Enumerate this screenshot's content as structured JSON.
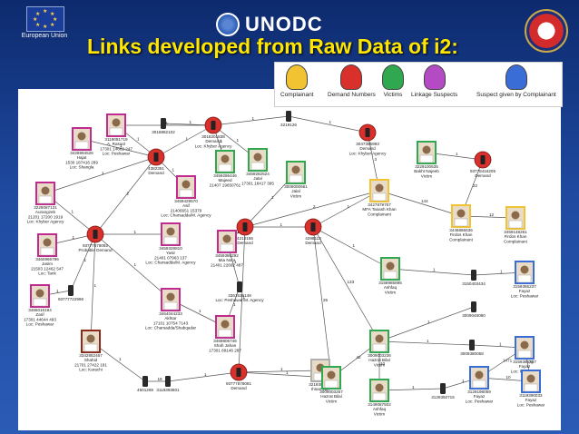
{
  "header": {
    "eu_label": "European Union",
    "unodc_label": "UNODC",
    "title": "Links developed from Raw Data of i2:"
  },
  "legend": [
    {
      "label": "Complainant",
      "color": "#f1c232",
      "icon": "person-yellow-icon"
    },
    {
      "label": "Demand Numbers",
      "color": "#d9302c",
      "icon": "person-red-icon"
    },
    {
      "label": "Victims",
      "color": "#2fa84f",
      "icon": "person-green-icon"
    },
    {
      "label": "Linkage Suspects",
      "color": "#b54bc4",
      "icon": "person-purple-icon"
    },
    {
      "label": "Suspect given by Complainant",
      "color": "#3b6dd6",
      "icon": "person-blue-icon"
    }
  ],
  "nodes": [
    {
      "id": "n1",
      "kind": "photo",
      "frame": "#c12b8f",
      "lines": [
        "3428994526",
        "Hajat",
        "1530 187416 289",
        "Loc: Shangla"
      ]
    },
    {
      "id": "n2",
      "kind": "photo",
      "frame": "#c12b8f",
      "lines": [
        "3119081719",
        "A. Rasool",
        "17301 14682 247",
        "Loc: Peshawar"
      ]
    },
    {
      "id": "n3",
      "kind": "phone",
      "lines": [
        "3018882102"
      ]
    },
    {
      "id": "n4",
      "kind": "demand",
      "lines": [
        "3018201838",
        "Demand",
        "Loc: Khyber Agency"
      ]
    },
    {
      "id": "n5",
      "kind": "phone",
      "lines": [
        "3219126"
      ]
    },
    {
      "id": "n6",
      "kind": "demand",
      "lines": [
        "3047395993",
        "Demand",
        "Loc: Khyber Agency"
      ]
    },
    {
      "id": "n7",
      "kind": "photo",
      "frame": "#2fa84f",
      "lines": [
        "3229100635",
        "Bakht Najeeb",
        "Victim"
      ]
    },
    {
      "id": "n8",
      "kind": "demand",
      "lines": [
        "93778416205",
        "Demand"
      ]
    },
    {
      "id": "n9",
      "kind": "demand",
      "lines": [
        "4382351",
        "Demand"
      ]
    },
    {
      "id": "n10",
      "kind": "photo",
      "frame": "#2fa84f",
      "lines": [
        "3459286446",
        "Majeed",
        "21407 19650761"
      ]
    },
    {
      "id": "n11",
      "kind": "photo",
      "frame": "#2fa84f",
      "lines": [
        "3459282524",
        "Jalal",
        "17301 18417 395"
      ]
    },
    {
      "id": "n12",
      "kind": "photo",
      "frame": "#2fa84f",
      "lines": [
        "3009000661",
        "Jalal",
        "Victim"
      ]
    },
    {
      "id": "n13",
      "kind": "photo",
      "frame": "#f1c232",
      "lines": [
        "3427879767",
        "MFA Tanash Khan",
        "Complainant"
      ]
    },
    {
      "id": "n14",
      "kind": "photo",
      "frame": "#c12b8f",
      "lines": [
        "3229087131",
        "Aurangzeb",
        "21201 17200 1919",
        "Loc: Khyber Agency"
      ]
    },
    {
      "id": "n15",
      "kind": "photo",
      "frame": "#c12b8f",
      "lines": [
        "3459429570",
        "Asif",
        "21406651 15379",
        "Loc: Charsadda/M. Agency"
      ]
    },
    {
      "id": "n16",
      "kind": "demand",
      "lines": [
        "4212156",
        "Demand"
      ]
    },
    {
      "id": "n17",
      "kind": "photo",
      "frame": "#f1c232",
      "lines": [
        "3446886636",
        "Firdos Khan",
        "Complainant"
      ]
    },
    {
      "id": "n18",
      "kind": "photo",
      "frame": "#f1c232",
      "lines": [
        "3459148261",
        "Firdos Khan",
        "Complainant"
      ]
    },
    {
      "id": "n19",
      "kind": "photo",
      "frame": "#c12b8f",
      "lines": [
        "3460966796",
        "Jasim",
        "21503 12462 547",
        "Loc: Tank"
      ]
    },
    {
      "id": "n20",
      "kind": "demand",
      "lines": [
        "93777878092",
        "Probable Demand"
      ]
    },
    {
      "id": "n21",
      "kind": "photo",
      "frame": "#c12b8f",
      "lines": [
        "3459328810",
        "Yasir",
        "21401 07963 137",
        "Loc: Charsadda/M. Agency"
      ]
    },
    {
      "id": "n22",
      "kind": "photo",
      "frame": "#c12b8f",
      "lines": [
        "3459386292",
        "Mia Noor",
        "21401 22692 487"
      ]
    },
    {
      "id": "n23",
      "kind": "demand",
      "lines": [
        "4298113",
        "Demand"
      ]
    },
    {
      "id": "n24",
      "kind": "photo",
      "frame": "#2fa84f",
      "lines": [
        "3158985895",
        "Ashfaq",
        "Victim"
      ]
    },
    {
      "id": "n25",
      "kind": "phone",
      "lines": [
        "3150403434"
      ]
    },
    {
      "id": "n26",
      "kind": "photo",
      "frame": "#3b6dd6",
      "lines": [
        "3159365237",
        "Fayaz",
        "Loc: Peshawar"
      ]
    },
    {
      "id": "n27",
      "kind": "phone",
      "lines": [
        "93777722996"
      ]
    },
    {
      "id": "n28",
      "kind": "phone",
      "lines": [
        "3361539148",
        "Loc: Peshawar/M. Agency"
      ]
    },
    {
      "id": "n29",
      "kind": "phone",
      "lines": [
        "3009048080"
      ]
    },
    {
      "id": "n30",
      "kind": "photo",
      "frame": "#c12b8f",
      "lines": [
        "3465016194",
        "Zarif",
        "17301 44644 493",
        "Loc: Peshawar"
      ]
    },
    {
      "id": "n31",
      "kind": "photo",
      "frame": "#c12b8f",
      "lines": [
        "3464044233",
        "Akhtar",
        "17101 10754 7143",
        "Loc: Charsadda/Shabqadar"
      ]
    },
    {
      "id": "n32",
      "kind": "photo",
      "frame": "#c12b8f",
      "lines": [
        "3469806746",
        "Shah Jahan",
        "17301 89146 287"
      ]
    },
    {
      "id": "n33",
      "kind": "photo",
      "frame": "#2fa84f",
      "lines": [
        "3009003236",
        "Hazrat Bilal",
        "Victim"
      ]
    },
    {
      "id": "n34",
      "kind": "phone",
      "lines": [
        "3009380058"
      ]
    },
    {
      "id": "n35",
      "kind": "photo",
      "frame": "#3b6dd6",
      "lines": [
        "3159365237",
        "Fayaz",
        "Loc: Peshawar"
      ]
    },
    {
      "id": "n36",
      "kind": "photo",
      "frame": "#8b2a1c",
      "lines": [
        "3342852467",
        "Shahid",
        "21701 27422 181",
        "Loc: Karachi"
      ]
    },
    {
      "id": "n37",
      "kind": "phone",
      "lines": [
        "4501269"
      ]
    },
    {
      "id": "n38",
      "kind": "phone",
      "lines": [
        "3119393801"
      ]
    },
    {
      "id": "n39",
      "kind": "demand",
      "lines": [
        "93777878081",
        "Demand"
      ]
    },
    {
      "id": "n40",
      "kind": "photo",
      "frame": "#b0b0b0",
      "lines": [
        "3219303556",
        "Ihsan Jan"
      ]
    },
    {
      "id": "n41",
      "kind": "photo",
      "frame": "#2fa84f",
      "lines": [
        "3009003257",
        "Hazrat Bilal",
        "Victim"
      ]
    },
    {
      "id": "n42",
      "kind": "photo",
      "frame": "#2fa84f",
      "lines": [
        "3149087502",
        "Ashfaq",
        "Victim"
      ]
    },
    {
      "id": "n43",
      "kind": "phone",
      "lines": [
        "3129392715"
      ]
    },
    {
      "id": "n44",
      "kind": "photo",
      "frame": "#3b6dd6",
      "lines": [
        "3129198059",
        "Fayaz",
        "Loc: Peshawar"
      ]
    },
    {
      "id": "n45",
      "kind": "photo",
      "frame": "#3b6dd6",
      "lines": [
        "3119390033",
        "Fayaz",
        "Loc: Peshawar"
      ]
    }
  ],
  "edges": [
    {
      "from": "n1",
      "to": "n9",
      "label": "1"
    },
    {
      "from": "n2",
      "to": "n9",
      "label": "1"
    },
    {
      "from": "n2",
      "to": "n4",
      "label": "1"
    },
    {
      "from": "n3",
      "to": "n4",
      "label": "1"
    },
    {
      "from": "n4",
      "to": "n5",
      "label": "1"
    },
    {
      "from": "n4",
      "to": "n10",
      "label": "1"
    },
    {
      "from": "n4",
      "to": "n11",
      "label": "1"
    },
    {
      "from": "n5",
      "to": "n6",
      "label": "1"
    },
    {
      "from": "n6",
      "to": "n13",
      "label": "3"
    },
    {
      "from": "n7",
      "to": "n8",
      "label": "1"
    },
    {
      "from": "n8",
      "to": "n17",
      "label": "22"
    },
    {
      "from": "n13",
      "to": "n17",
      "label": "144"
    },
    {
      "from": "n17",
      "to": "n18",
      "label": "12"
    },
    {
      "from": "n13",
      "to": "n16",
      "label": "2"
    },
    {
      "from": "n12",
      "to": "n16",
      "label": "1"
    },
    {
      "from": "n9",
      "to": "n14",
      "label": "1"
    },
    {
      "from": "n9",
      "to": "n15",
      "label": "1"
    },
    {
      "from": "n9",
      "to": "n20",
      "label": "2"
    },
    {
      "from": "n14",
      "to": "n20",
      "label": "1"
    },
    {
      "from": "n19",
      "to": "n20",
      "label": "1"
    },
    {
      "from": "n20",
      "to": "n21",
      "label": "1"
    },
    {
      "from": "n20",
      "to": "n27",
      "label": "1"
    },
    {
      "from": "n20",
      "to": "n31",
      "label": "1"
    },
    {
      "from": "n16",
      "to": "n22",
      "label": "1"
    },
    {
      "from": "n16",
      "to": "n23",
      "label": "1"
    },
    {
      "from": "n22",
      "to": "n28",
      "label": "1"
    },
    {
      "from": "n23",
      "to": "n24",
      "label": "1"
    },
    {
      "from": "n24",
      "to": "n25",
      "label": "1"
    },
    {
      "from": "n25",
      "to": "n26",
      "label": "1"
    },
    {
      "from": "n23",
      "to": "n33",
      "label": "133"
    },
    {
      "from": "n13",
      "to": "n23",
      "label": "1"
    },
    {
      "from": "n33",
      "to": "n29",
      "label": "1"
    },
    {
      "from": "n33",
      "to": "n34",
      "label": "1"
    },
    {
      "from": "n34",
      "to": "n35",
      "label": "1"
    },
    {
      "from": "n30",
      "to": "n27",
      "label": "1"
    },
    {
      "from": "n31",
      "to": "n32",
      "label": "1"
    },
    {
      "from": "n28",
      "to": "n32",
      "label": "1"
    },
    {
      "from": "n36",
      "to": "n37",
      "label": "1"
    },
    {
      "from": "n37",
      "to": "n38",
      "label": "19"
    },
    {
      "from": "n38",
      "to": "n39",
      "label": "1"
    },
    {
      "from": "n36",
      "to": "n20",
      "label": "1"
    },
    {
      "from": "n39",
      "to": "n40",
      "label": "1"
    },
    {
      "from": "n39",
      "to": "n41",
      "label": "1"
    },
    {
      "from": "n41",
      "to": "n33",
      "label": "42"
    },
    {
      "from": "n33",
      "to": "n42",
      "label": "10"
    },
    {
      "from": "n42",
      "to": "n43",
      "label": "1"
    },
    {
      "from": "n43",
      "to": "n44",
      "label": "1"
    },
    {
      "from": "n44",
      "to": "n45",
      "label": "10"
    },
    {
      "from": "n35",
      "to": "n45",
      "label": "78"
    },
    {
      "from": "n44",
      "to": "n35",
      "label": "1471"
    },
    {
      "from": "n23",
      "to": "n41",
      "label": "26"
    },
    {
      "from": "n16",
      "to": "n39",
      "label": "1"
    },
    {
      "from": "n4",
      "to": "n9",
      "label": "1"
    }
  ]
}
